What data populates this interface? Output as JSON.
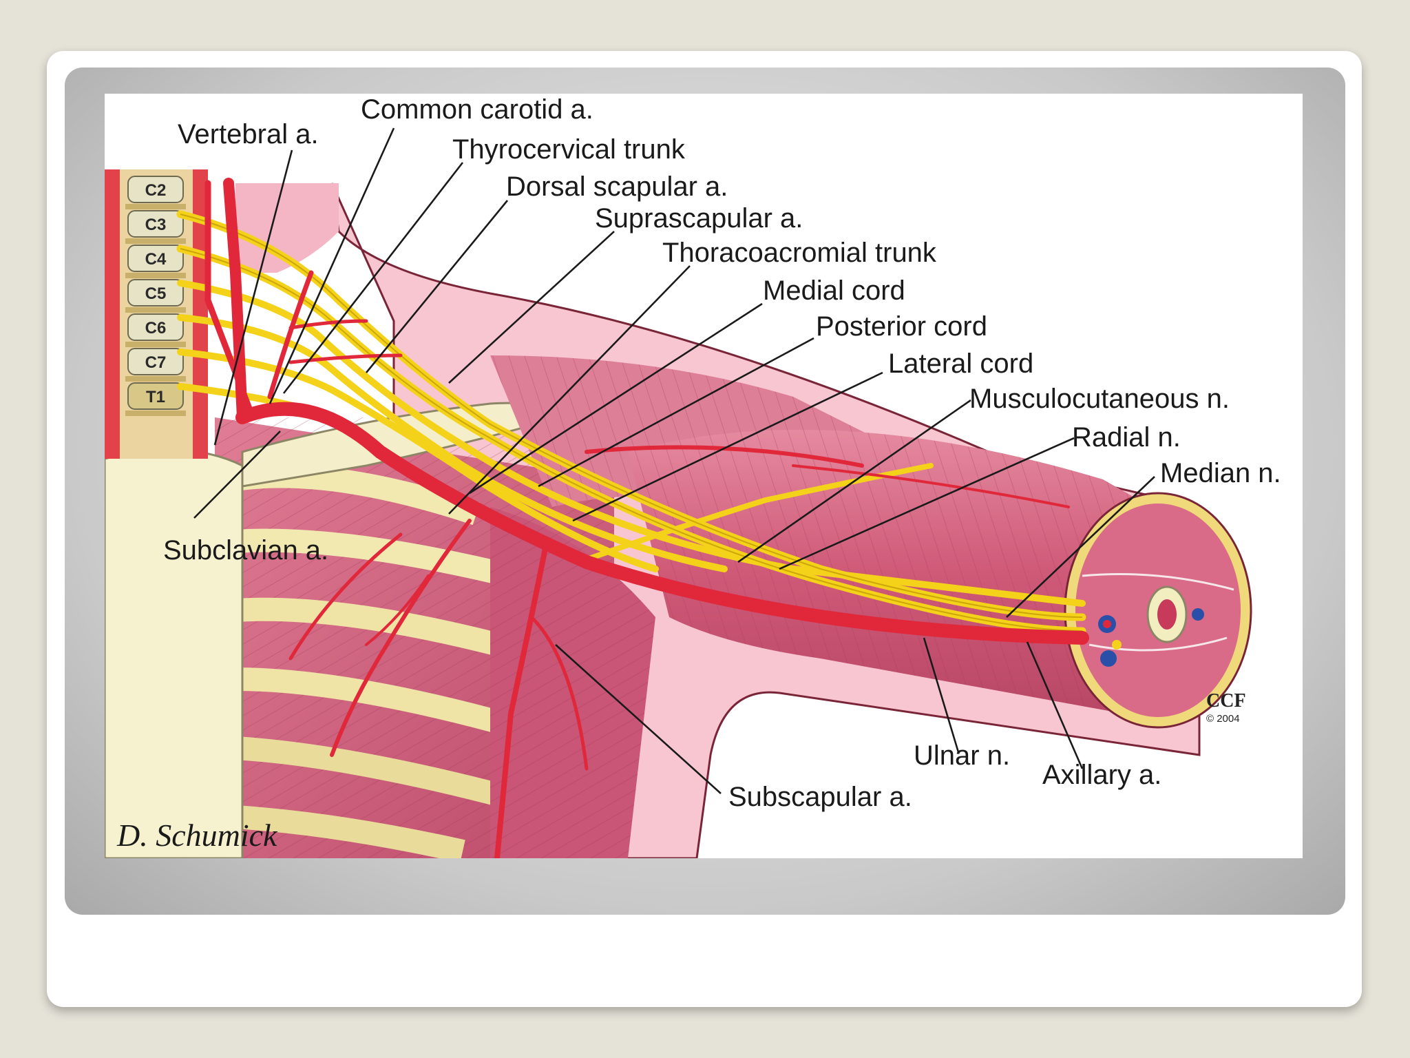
{
  "labels": {
    "common_carotid": "Common carotid a.",
    "vertebral": "Vertebral a.",
    "thyrocervical": "Thyrocervical trunk",
    "dorsal_scapular": "Dorsal scapular a.",
    "suprascapular": "Suprascapular a.",
    "thoracoacromial": "Thoracoacromial trunk",
    "medial_cord": "Medial cord",
    "posterior_cord": "Posterior cord",
    "lateral_cord": "Lateral cord",
    "musculocutaneous": "Musculocutaneous n.",
    "radial": "Radial n.",
    "median": "Median n.",
    "subclavian": "Subclavian a.",
    "ulnar": "Ulnar n.",
    "axillary": "Axillary a.",
    "subscapular": "Subscapular a."
  },
  "vertebrae": [
    "C2",
    "C3",
    "C4",
    "C5",
    "C6",
    "C7",
    "T1"
  ],
  "credit": {
    "org": "CCF",
    "year": "© 2004",
    "signature": "D. Schumick"
  },
  "colors": {
    "artery": "#e0283a",
    "nerve": "#f5d21a",
    "muscle": "#d9708a",
    "muscle_light": "#f0a8b8",
    "bone": "#f3eec0",
    "skin": "#f7c6d0"
  }
}
